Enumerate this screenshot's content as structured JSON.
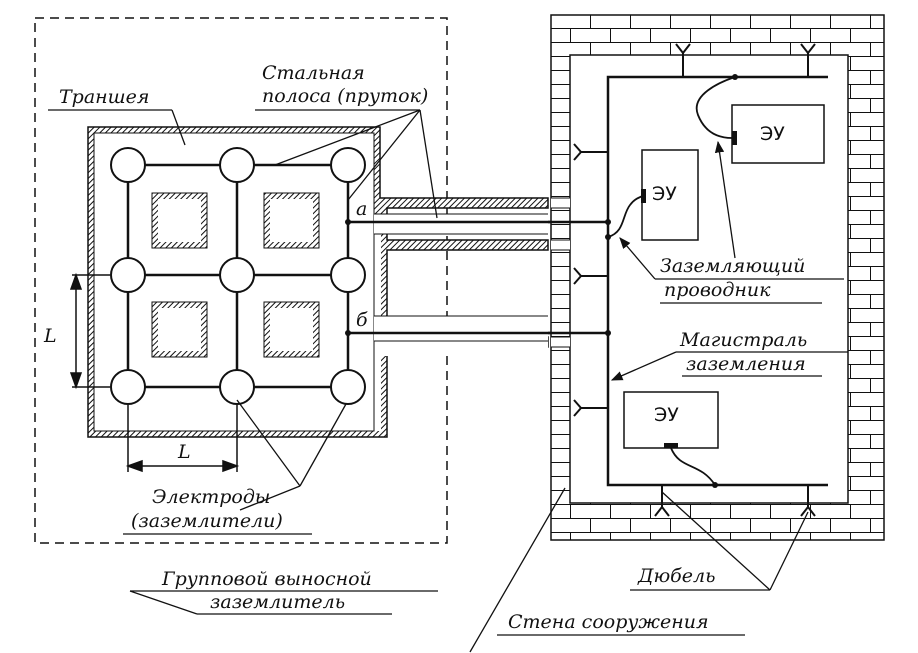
{
  "labels": {
    "trench": "Траншея",
    "steel_strip_line1": "Стальная",
    "steel_strip_line2": "полоса (пруток)",
    "point_a": "а",
    "point_b": "б",
    "dimension_vertical": "L",
    "dimension_horizontal": "L",
    "electrodes_line1": "Электроды",
    "electrodes_line2": "(заземлители)",
    "group_earthing_line1": "Групповой выносной",
    "group_earthing_line2": "заземлитель",
    "grounding_conductor_line1": "Заземляющий",
    "grounding_conductor_line2": "проводник",
    "grounding_main_line1": "Магистраль",
    "grounding_main_line2": "заземления",
    "dowel": "Дюбель",
    "building_wall": "Стена сооружения",
    "equipment_1": "ЭУ",
    "equipment_2": "ЭУ",
    "equipment_3": "ЭУ"
  }
}
